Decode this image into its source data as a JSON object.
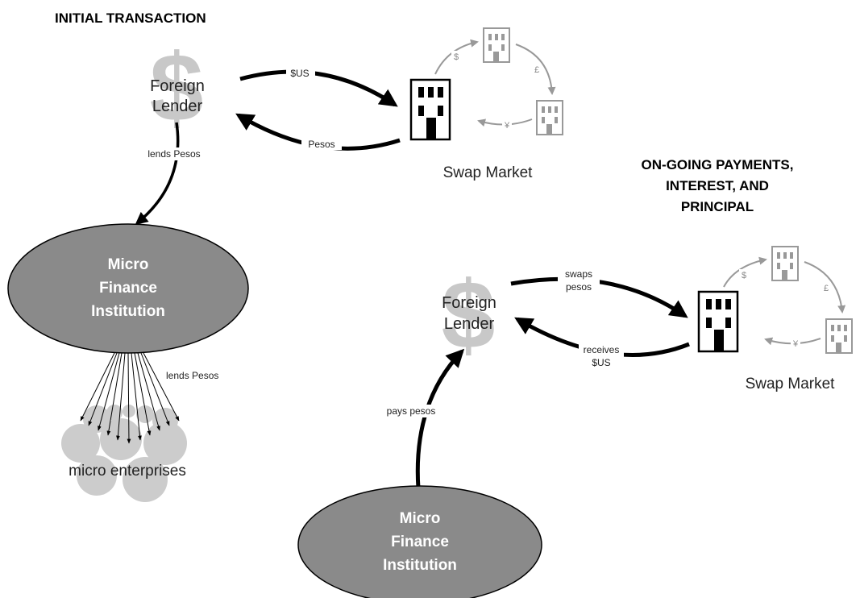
{
  "initial": {
    "heading": "INITIAL TRANSACTION",
    "lender_line1": "Foreign",
    "lender_line2": "Lender",
    "arrow_to_swap": "$US",
    "arrow_from_swap": "Pesos",
    "swap_label": "Swap Market",
    "lends_to_mfi": "lends Pesos",
    "mfi_line1": "Micro",
    "mfi_line2": "Finance",
    "mfi_line3": "Institution",
    "lends_to_micro": "lends Pesos",
    "micro_label": "micro enterprises"
  },
  "ongoing": {
    "heading_line1": "ON-GOING PAYMENTS,",
    "heading_line2": "INTEREST, AND",
    "heading_line3": "PRINCIPAL",
    "lender_line1": "Foreign",
    "lender_line2": "Lender",
    "arrow_to_swap_line1": "swaps",
    "arrow_to_swap_line2": "pesos",
    "arrow_from_swap_line1": "receives",
    "arrow_from_swap_line2": "$US",
    "swap_label": "Swap Market",
    "pays_label": "pays pesos",
    "mfi_line1": "Micro",
    "mfi_line2": "Finance",
    "mfi_line3": "Institution"
  },
  "currency_symbols": {
    "dollar": "$",
    "pound": "£",
    "yen": "¥"
  },
  "colors": {
    "mfi_fill": "#8a8a8a",
    "micro_fill": "#cccccc",
    "dollar_fill": "#c8c8c8",
    "small_building": "#9a9a9a"
  }
}
